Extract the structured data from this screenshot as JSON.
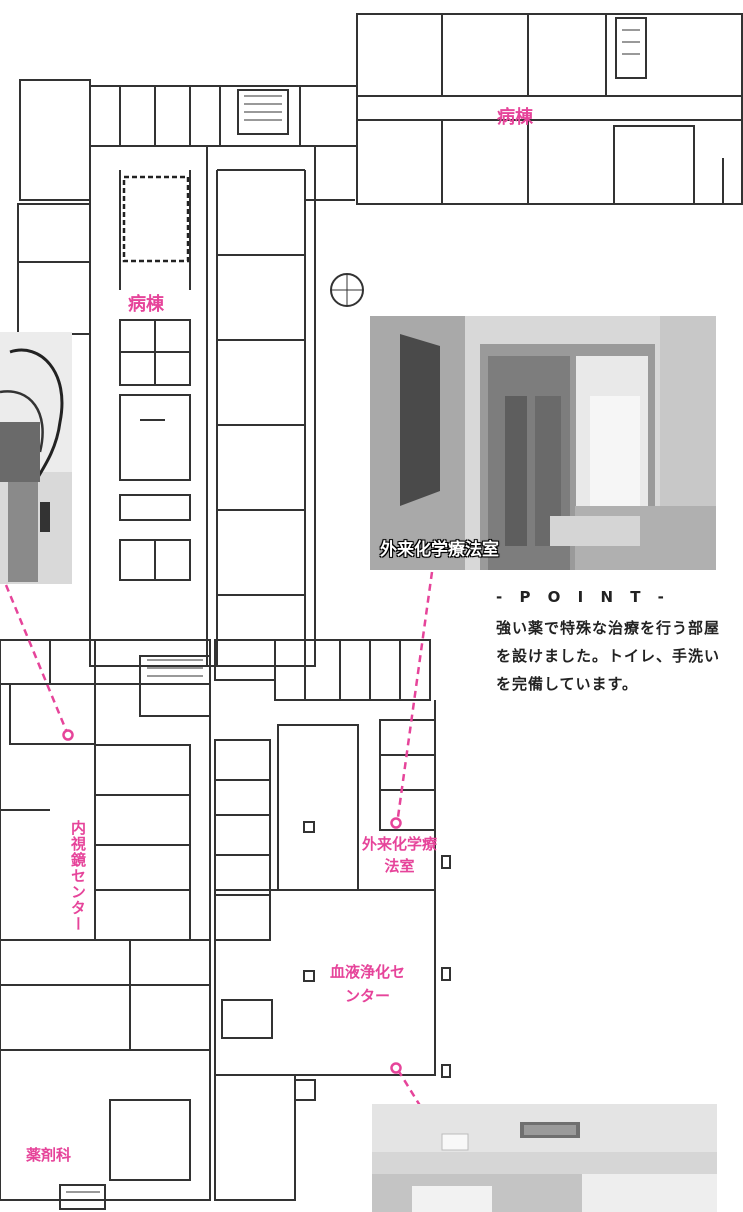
{
  "map": {
    "rooms": {
      "ward_east": "病棟",
      "ward_central": "病棟",
      "endoscopy_center": "内視鏡センター",
      "outpatient_chemo": "外来化学療法室",
      "dialysis_center": "血液浄化センター",
      "pharmacy": "薬剤科"
    },
    "colors": {
      "label": "#e6449a",
      "wall": "#333333",
      "leader": "#e6449a"
    }
  },
  "photos": {
    "chemo_caption": "外来化学療法室"
  },
  "point": {
    "title": "- P O I N T -",
    "body": "強い薬で特殊な治療を行う部屋を設けました。トイレ、手洗いを完備しています。"
  }
}
